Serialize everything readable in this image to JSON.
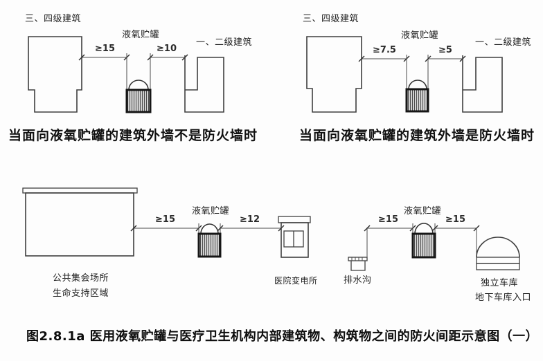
{
  "figure": {
    "caption": "图2.8.1a  医用液氧贮罐与医疗卫生机构内部建筑物、构筑物之间的防火间距示意图（一）"
  },
  "diagrams": {
    "top_left": {
      "left_building_label": "三、四级建筑",
      "tank_label": "液氧贮罐",
      "right_building_label": "一、二级建筑",
      "distance_left": "≥15",
      "distance_right": "≥10",
      "caption": "当面向液氧贮罐的建筑外墙不是防火墙时"
    },
    "top_right": {
      "left_building_label": "三、四级建筑",
      "tank_label": "液氧贮罐",
      "right_building_label": "一、二级建筑",
      "distance_left": "≥7.5",
      "distance_right": "≥5",
      "caption": "当面向液氧贮罐的建筑外墙是防火墙时"
    },
    "bottom_left": {
      "building_label_line1": "公共集会场所",
      "building_label_line2": "生命支持区域",
      "tank_label": "液氧贮罐",
      "distance_left": "≥15",
      "distance_right": "≥12",
      "substation_label": "医院变电所"
    },
    "bottom_right": {
      "ditch_label": "排水沟",
      "tank_label": "液氧贮罐",
      "distance_left": "≥15",
      "distance_right": "≥15",
      "garage_label_line1": "独立车库",
      "garage_label_line2": "地下车库入口"
    }
  },
  "colors": {
    "line": "#3f3f3f",
    "tank_outline": "#161616",
    "text": "#1e1e1e",
    "background": "#fdfdfd"
  }
}
